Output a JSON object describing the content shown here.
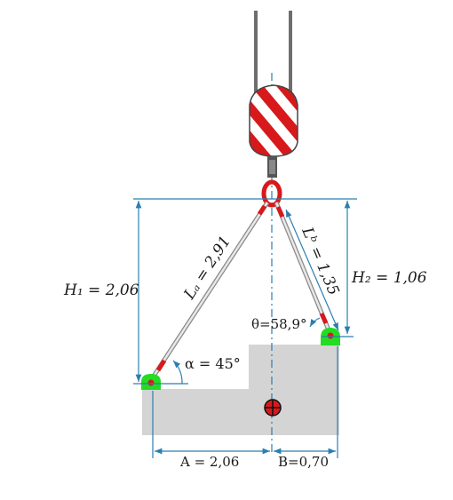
{
  "labels": {
    "h1": "H₁ = 2,06",
    "h2": "H₂ = 1,06",
    "la": "Lₐ = 2,91",
    "lb": "Lᵇ = 1,35",
    "alpha": "α = 45°",
    "theta": "θ=58,9°",
    "a": "A = 2,06",
    "b": "B=0,70"
  },
  "colors": {
    "dimension": "#2a7fb0",
    "hook_red": "#d7191c",
    "load_gray": "#d4d4d4",
    "lug_green": "#22dd22",
    "cable": "#6e6e6e"
  },
  "icons": {
    "hook": "crane-hook-icon",
    "center_of_gravity": "center-of-gravity-icon"
  }
}
